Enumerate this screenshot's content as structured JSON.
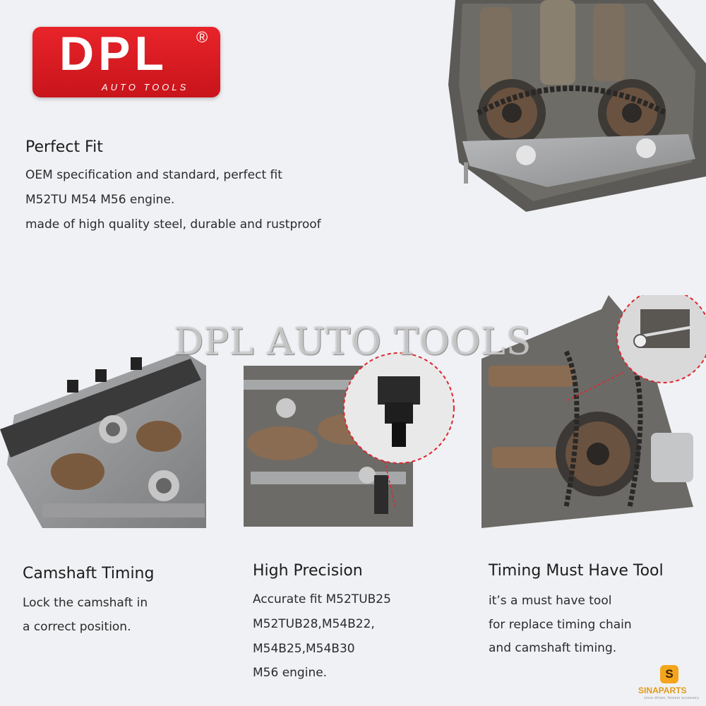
{
  "logo": {
    "main": "DPL",
    "registered": "®",
    "sub": "AUTO TOOLS"
  },
  "watermark": "DPL AUTO TOOLS",
  "top_feature": {
    "heading": "Perfect Fit",
    "lines": [
      "OEM specification and standard, perfect fit",
      "M52TU M54 M56 engine.",
      "made of high quality steel, durable and rustproof"
    ]
  },
  "features": [
    {
      "heading": "Camshaft Timing",
      "lines": [
        "Lock the camshaft in",
        "a correct position."
      ]
    },
    {
      "heading": "High Precision",
      "lines": [
        "Accurate fit M52TUB25",
        "M52TUB28,M54B22,",
        "M54B25,M54B30",
        "M56 engine."
      ]
    },
    {
      "heading": "Timing Must Have Tool",
      "lines": [
        "it’s a must have tool",
        "for replace timing chain",
        "and camshaft timing."
      ]
    }
  ],
  "badge": {
    "icon_letter": "S",
    "name": "SINAPARTS",
    "tagline": "since driven, forever accessory"
  },
  "colors": {
    "brand_red": "#d81c22",
    "highlight_red": "#e0262c",
    "badge_orange": "#f3a51b"
  }
}
